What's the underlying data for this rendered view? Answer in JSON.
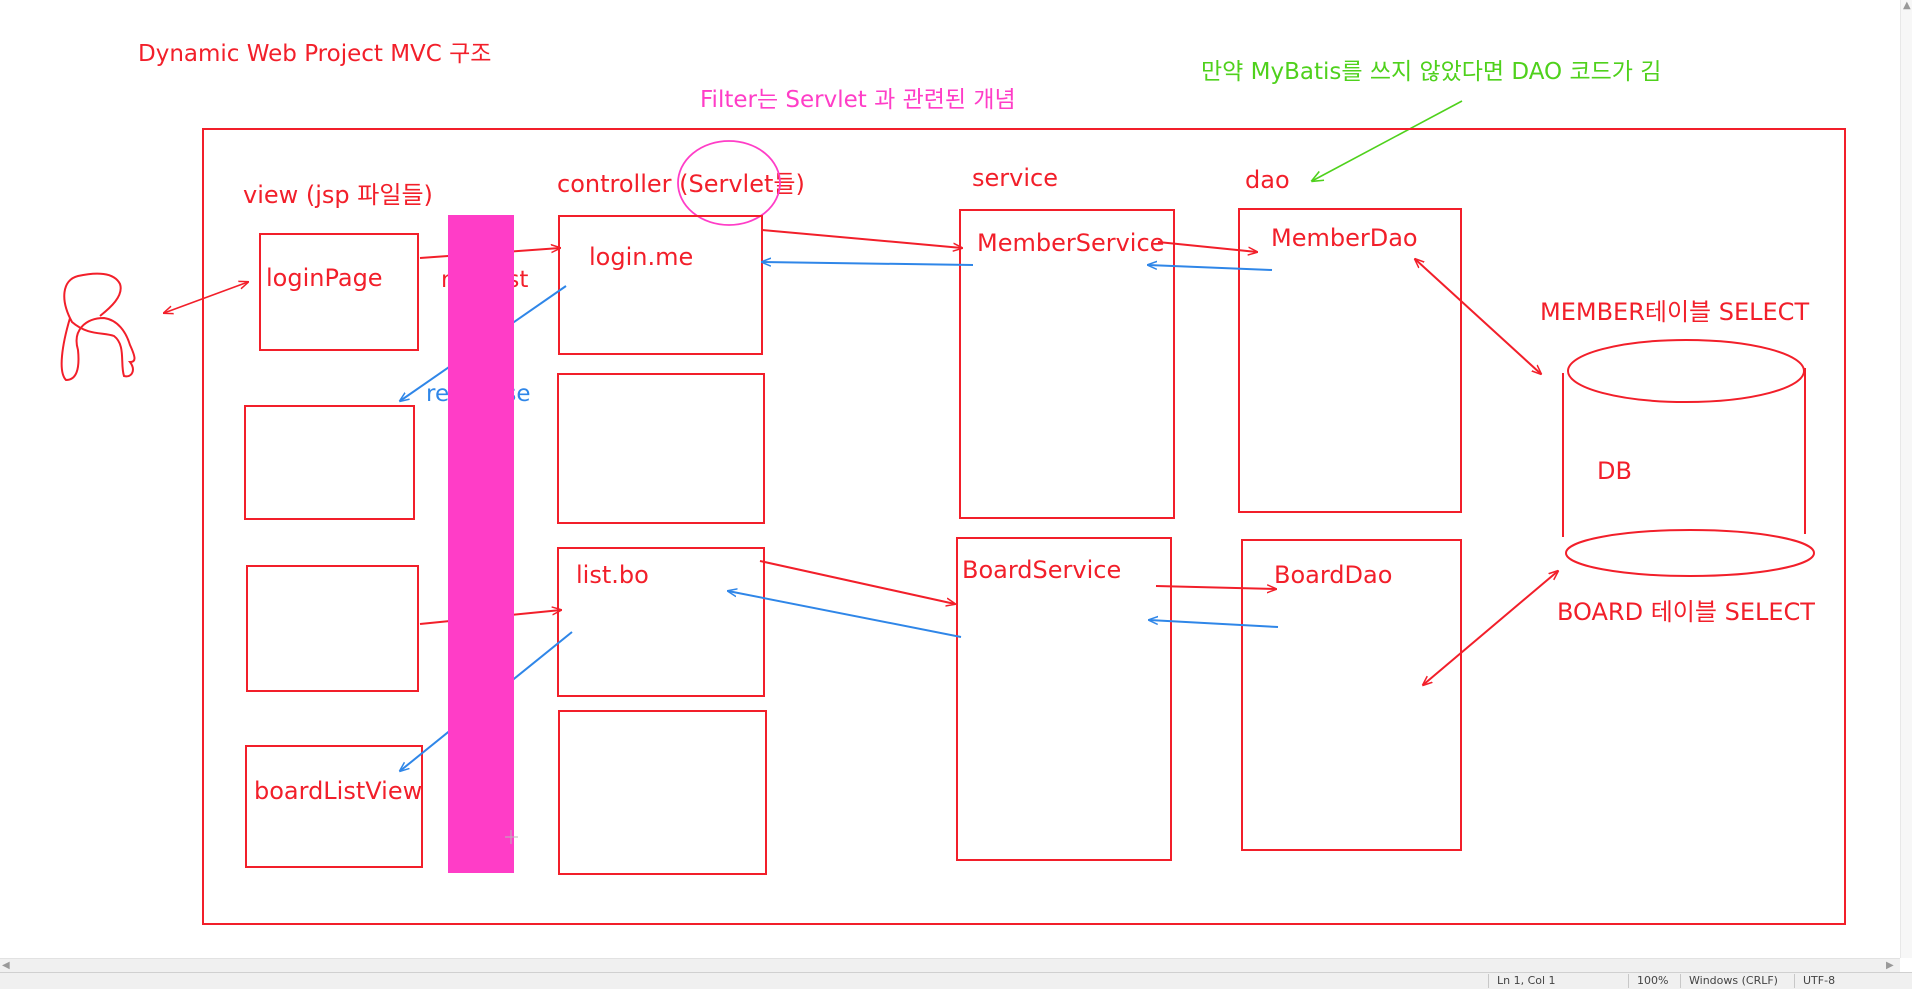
{
  "colors": {
    "red": "#f21f2a",
    "blue": "#2f86e8",
    "magenta": "#ff3dc7",
    "green": "#4fd11c"
  },
  "title": "Dynamic Web Project MVC 구조",
  "filter_note": "Filter는 Servlet 과 관련된 개념",
  "mybatis_note": "만약 MyBatis를 쓰지 않았다면 DAO 코드가 김",
  "layers": {
    "view": "view (jsp 파일들)",
    "controller": "controller (Servlet들)",
    "service": "service",
    "dao": "dao"
  },
  "view_boxes": {
    "login": "loginPage",
    "board_list": "boardListView"
  },
  "flow_labels": {
    "request": "request",
    "response": "response"
  },
  "controller_boxes": {
    "login": "login.me",
    "list": "list.bo"
  },
  "service_boxes": {
    "member": "MemberService",
    "board": "BoardService"
  },
  "dao_boxes": {
    "member": "MemberDao",
    "board": "BoardDao"
  },
  "db": {
    "label": "DB",
    "member_select": "MEMBER테이블 SELECT",
    "board_select": "BOARD 테이블 SELECT"
  },
  "status_bar": {
    "position": "Ln 1, Col 1",
    "zoom": "100%",
    "line_ending": "Windows (CRLF)",
    "encoding": "UTF-8"
  }
}
